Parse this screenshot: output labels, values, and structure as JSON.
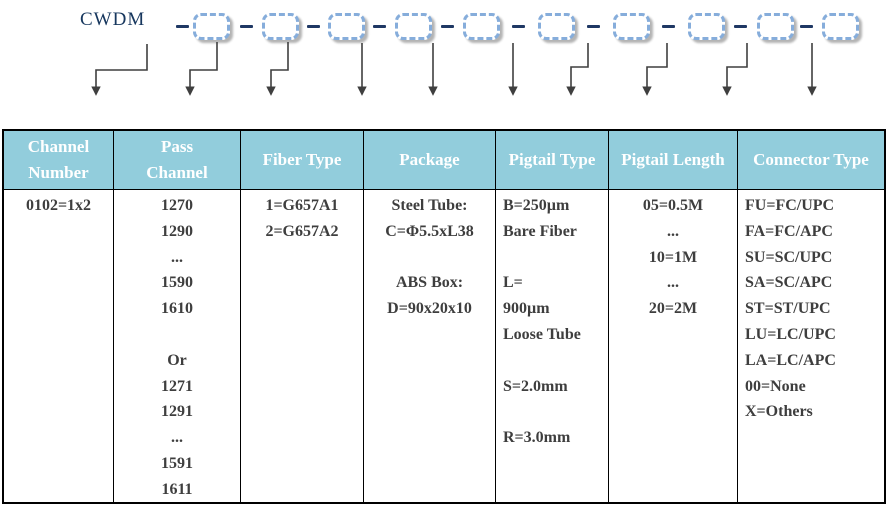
{
  "diagram": {
    "product_label": "CWDM",
    "code_box_count": 10,
    "code_separator": "-"
  },
  "table": {
    "headers": [
      {
        "label": "Channel Number",
        "lines": [
          "Channel",
          "Number"
        ]
      },
      {
        "label": "Pass Channel",
        "lines": [
          "Pass",
          "Channel"
        ]
      },
      {
        "label": "Fiber Type",
        "lines": [
          "Fiber Type"
        ]
      },
      {
        "label": "Package",
        "lines": [
          "Package"
        ]
      },
      {
        "label": "Pigtail Type",
        "lines": [
          "Pigtail Type"
        ]
      },
      {
        "label": "Pigtail Length",
        "lines": [
          "Pigtail Length"
        ]
      },
      {
        "label": "Connector Type",
        "lines": [
          "Connector Type"
        ]
      }
    ],
    "body": {
      "channel_number": [
        "0102=1x2"
      ],
      "pass_channel": [
        "1270",
        "1290",
        "...",
        "1590",
        "1610",
        "",
        "Or",
        "1271",
        "1291",
        "...",
        "1591",
        "1611"
      ],
      "fiber_type": [
        "1=G657A1",
        "2=G657A2"
      ],
      "package": [
        {
          "text": "Steel Tube:",
          "bold": true
        },
        "C=Φ5.5xL38",
        "",
        {
          "text": "ABS Box:",
          "bold": true
        },
        "D=90x20x10"
      ],
      "pigtail_type": [
        "B=250µm",
        "Bare Fiber",
        "",
        "L=",
        "900µm",
        "Loose Tube",
        "",
        "S=2.0mm",
        "",
        "R=3.0mm"
      ],
      "pigtail_length": [
        "05=0.5M",
        "...",
        "10=1M",
        "...",
        "20=2M"
      ],
      "connector_type": [
        "FU=FC/UPC",
        "FA=FC/APC",
        "SU=SC/UPC",
        "SA=SC/APC",
        "ST=ST/UPC",
        "LU=LC/UPC",
        "LA=LC/APC",
        "00=None",
        "X=Others"
      ]
    }
  },
  "colors": {
    "header_bg": "#92CDDC",
    "header_text": "#FFFFFF",
    "label_navy": "#17375E",
    "dash_navy": "#1F3864",
    "box_border_blue": "#86ADDB",
    "body_text": "#3E3E3E",
    "table_border": "#000000"
  }
}
